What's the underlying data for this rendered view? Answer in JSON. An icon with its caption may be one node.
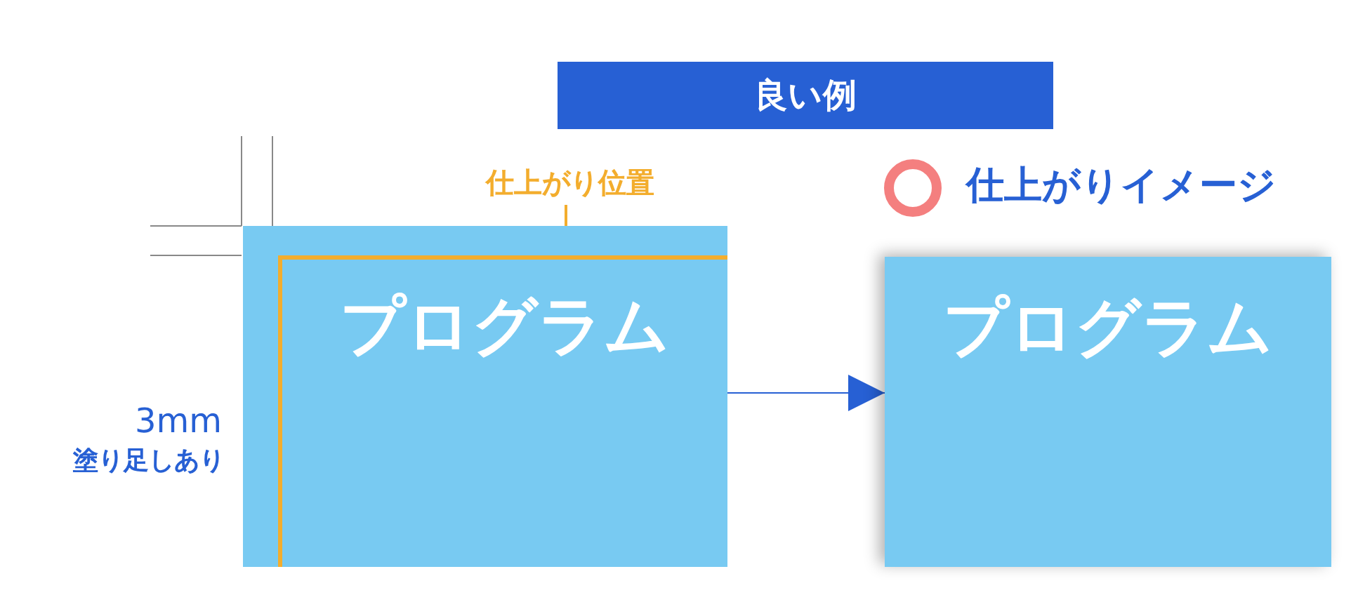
{
  "diagram": {
    "title": "良い例",
    "nodes": [
      {
        "text": [],
        "shape": "box"
      },
      {
        "text": [
          "プログラム"
        ],
        "in": 0
      },
      {
        "text": [
          "仕上がり位置"
        ]
      },
      {
        "text": [
          "プログラム"
        ]
      }
    ],
    "edges": [
      {
        "from": 2,
        "to": 1,
        "arrow": "none",
        "color": "#f3ad2d"
      },
      {
        "from": 0,
        "to": 3,
        "arrow": "to",
        "color": "#2760d4"
      }
    ],
    "labels": [
      "3mm",
      "塗り足しあり",
      "仕上がりイメージ"
    ]
  }
}
